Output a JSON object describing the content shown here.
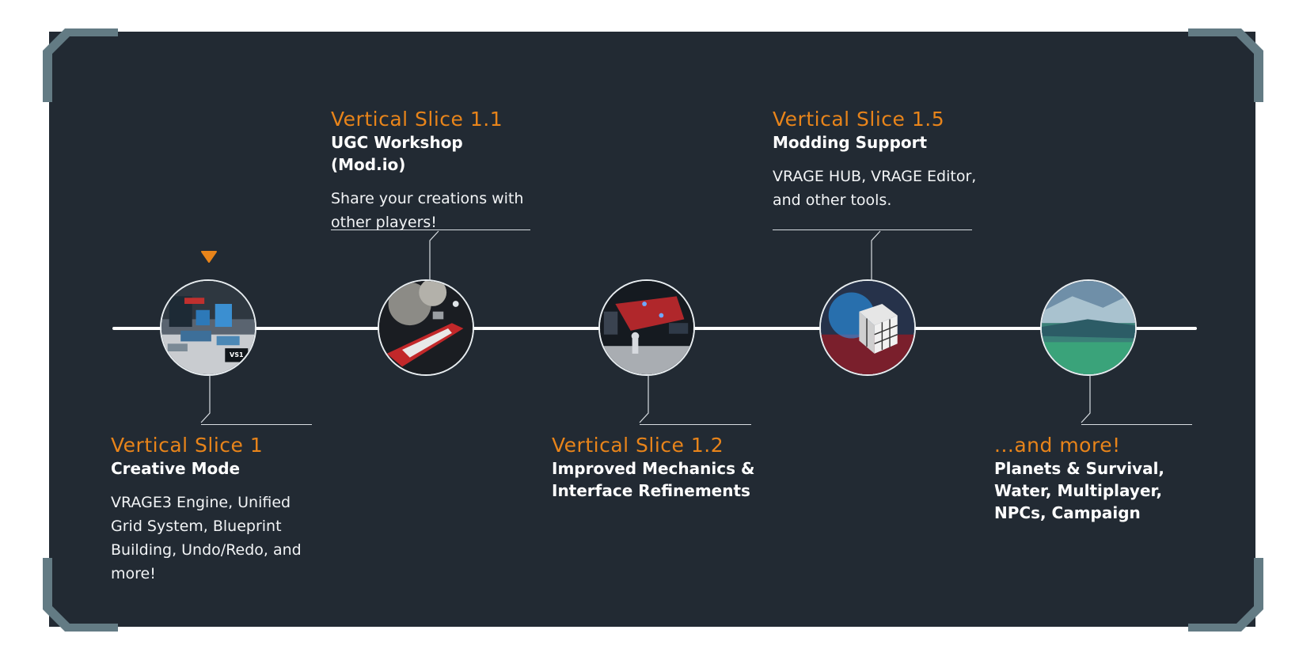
{
  "colors": {
    "panel_bg": "#222a33",
    "accent": "#e8841a",
    "frame": "#637b84",
    "line": "#ffffff"
  },
  "timeline": {
    "current_marker_icon": "triangle-down-icon",
    "milestones": [
      {
        "title": "Vertical Slice 1",
        "subtitle": "Creative Mode",
        "description": "VRAGE3 Engine, Unified\nGrid System, Blueprint\nBuilding, Undo/Redo, and\nmore!",
        "thumbnail": "creative-mode-thumbnail",
        "badge": "VS1",
        "current": true
      },
      {
        "title": "Vertical Slice 1.1",
        "subtitle": "UGC Workshop (Mod.io)",
        "description": "Share your creations with\nother players!",
        "thumbnail": "red-ship-thumbnail"
      },
      {
        "title": "Vertical Slice 1.2",
        "subtitle": "Improved Mechanics &\nInterface Refinements",
        "description": "",
        "thumbnail": "astronaut-hangar-thumbnail"
      },
      {
        "title": "Vertical Slice 1.5",
        "subtitle": "Modding Support",
        "description": "VRAGE HUB, VRAGE Editor,\nand other tools.",
        "thumbnail": "cube-thumbnail"
      },
      {
        "title": "...and more!",
        "subtitle": "Planets & Survival,\nWater, Multiplayer,\nNPCs, Campaign",
        "description": "",
        "thumbnail": "planet-landscape-thumbnail"
      }
    ]
  }
}
